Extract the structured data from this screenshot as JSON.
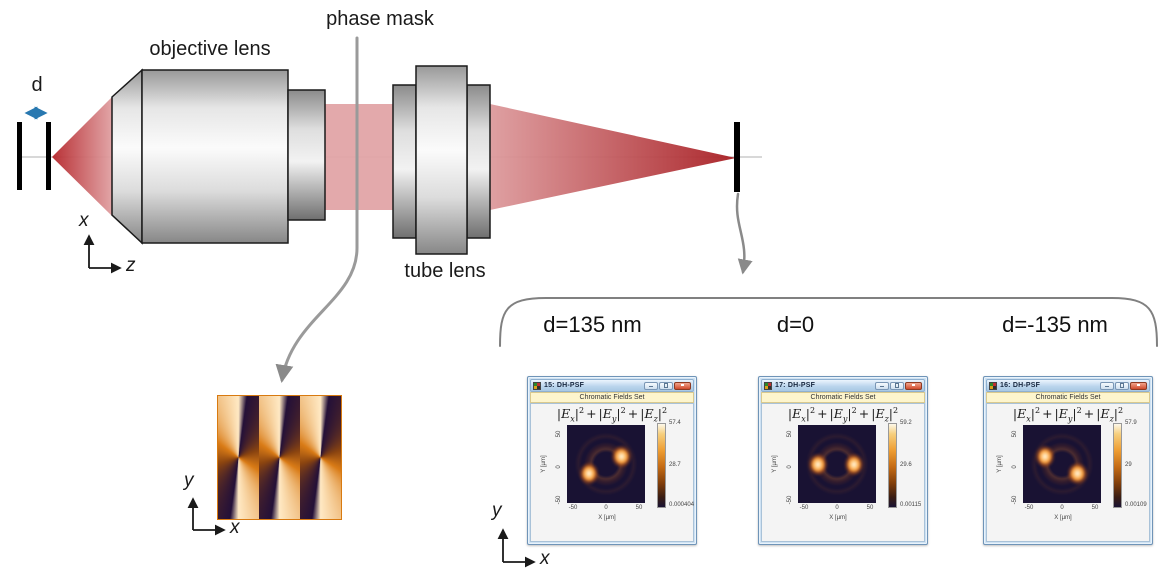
{
  "diagram": {
    "phase_mask_label": "phase mask",
    "objective_label": "objective lens",
    "tube_label": "tube lens",
    "defocus_symbol": "d",
    "axis_top": {
      "vertical": "x",
      "horizontal": "z"
    },
    "axis_mask": {
      "vertical": "y",
      "horizontal": "x"
    },
    "axis_result": {
      "vertical": "y",
      "horizontal": "x"
    }
  },
  "colors": {
    "beam_red_dark": "#b5262b",
    "beam_pink": "#e2a4a6",
    "defocus_arrow_blue": "#2878b0",
    "callout_gray": "#8a8a8a",
    "mask_orange": "#e0781a",
    "mask_dark": "#241038",
    "plot_background": "#191233",
    "window_frame_blue": "#cfe2f3",
    "banner_yellow": "#fdf5cd"
  },
  "results": {
    "defocus_labels": [
      "d=135 nm",
      "d=0",
      "d=-135 nm"
    ],
    "formula": {
      "bar": "|",
      "E": "E",
      "subs": [
        "x",
        "y",
        "z"
      ],
      "sup": "2",
      "plus": "+"
    },
    "windows": [
      {
        "title": "15: DH-PSF",
        "banner": "Chromatic Fields Set",
        "colorbar": {
          "max": "57.4",
          "mid": "28.7",
          "min": "0.000404"
        },
        "y_ticks": [
          "50",
          "0",
          "-50"
        ],
        "x_ticks": [
          "-50",
          "0",
          "50"
        ],
        "ylabel": "Y [µm]",
        "xlabel": "X [µm]"
      },
      {
        "title": "17: DH-PSF",
        "banner": "Chromatic Fields Set",
        "colorbar": {
          "max": "59.2",
          "mid": "29.6",
          "min": "0.00115"
        },
        "y_ticks": [
          "50",
          "0",
          "-50"
        ],
        "x_ticks": [
          "-50",
          "0",
          "50"
        ],
        "ylabel": "Y [µm]",
        "xlabel": "X [µm]"
      },
      {
        "title": "16: DH-PSF",
        "banner": "Chromatic Fields Set",
        "colorbar": {
          "max": "57.9",
          "mid": "29",
          "min": "0.00109"
        },
        "y_ticks": [
          "50",
          "0",
          "-50"
        ],
        "x_ticks": [
          "-50",
          "0",
          "50"
        ],
        "ylabel": "Y [µm]",
        "xlabel": "X [µm]"
      }
    ]
  }
}
